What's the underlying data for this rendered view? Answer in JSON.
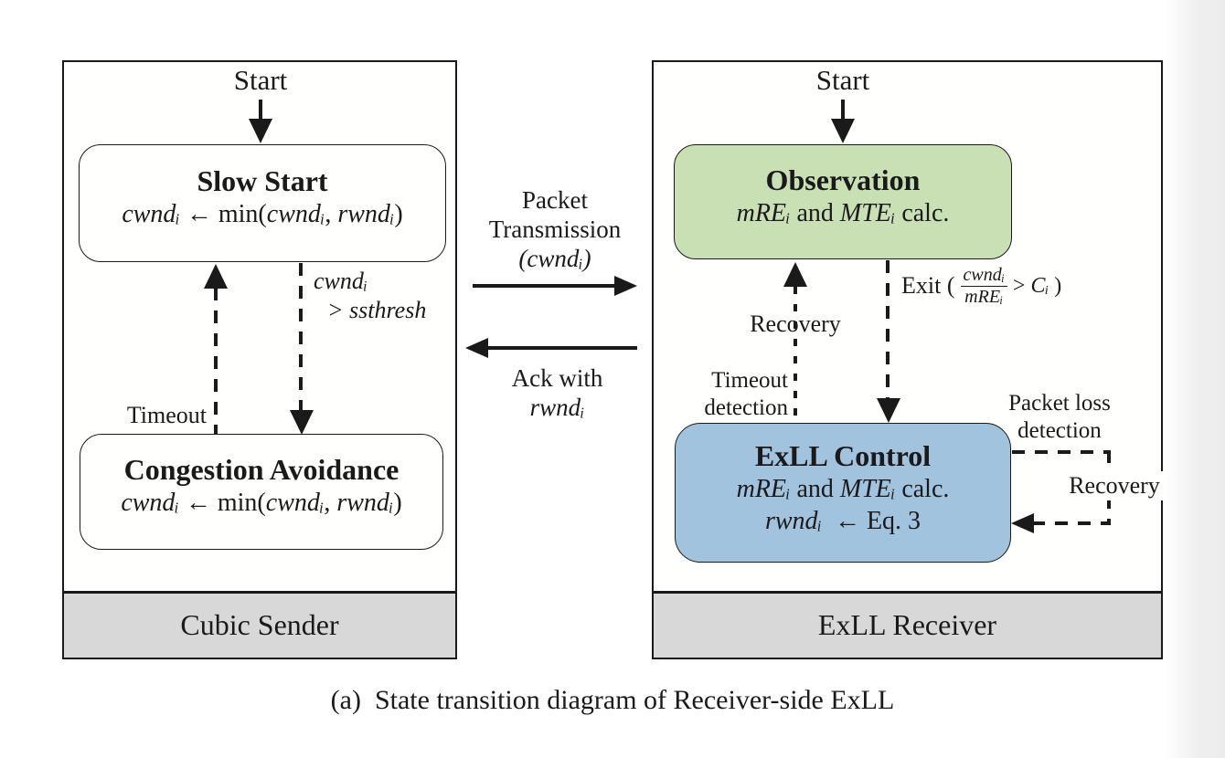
{
  "caption": "(a)  State transition diagram of Receiver-side ExLL",
  "colors": {
    "observation_fill": "#c9e0b5",
    "exll_control_fill": "#a1c3de",
    "footer_fill": "#d8d8d8",
    "line": "#1a1a1a"
  },
  "sender_panel": {
    "footer_label": "Cubic Sender",
    "start_label": "Start",
    "slow_start": {
      "title": "Slow Start",
      "f": [
        "cwndᵢ",
        " ← min(",
        "cwndᵢ",
        ", ",
        "rwndᵢ",
        ")"
      ]
    },
    "congestion_avoidance": {
      "title": "Congestion Avoidance",
      "f": [
        "cwndᵢ",
        " ← min(",
        "cwndᵢ",
        ", ",
        "rwndᵢ",
        ")"
      ]
    },
    "timeout_label": "Timeout",
    "ssthresh_line1": "cwndᵢ",
    "ssthresh_line2": "> ssthresh"
  },
  "channel": {
    "packet_line1": "Packet",
    "packet_line2": "Transmission",
    "packet_line3": "(cwndᵢ)",
    "ack_line1": "Ack with",
    "ack_line2": "rwndᵢ"
  },
  "receiver_panel": {
    "footer_label": "ExLL Receiver",
    "start_label": "Start",
    "observation": {
      "title": "Observation",
      "f": [
        "mREᵢ",
        " and ",
        "MTEᵢ",
        " calc."
      ]
    },
    "exll_control": {
      "title": "ExLL Control",
      "f1": [
        "mREᵢ",
        " and ",
        "MTEᵢ",
        " calc."
      ],
      "f2": [
        "rwndᵢ",
        "  ← Eq. 3"
      ]
    },
    "recovery_label": "Recovery",
    "timeout_line1": "Timeout",
    "timeout_line2": "detection",
    "exit": {
      "prefix": "Exit (",
      "num": "cwndᵢ",
      "den": "mREᵢ",
      "gt": "> ",
      "c": "Cᵢ",
      "close": ")"
    },
    "packet_loss_line1": "Packet loss",
    "packet_loss_line2": "detection",
    "loop_recovery_label": "Recovery"
  }
}
